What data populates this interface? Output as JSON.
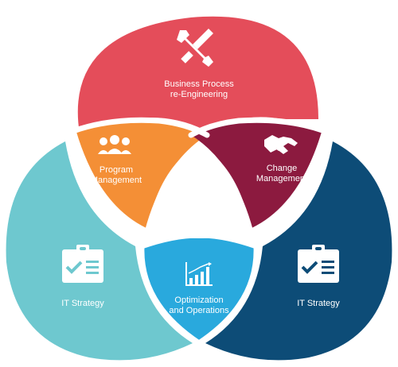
{
  "segments": {
    "top": {
      "line1": "Business Process",
      "line2": "re-Engineering",
      "color": "#e44d5a",
      "icon": "tools-icon"
    },
    "upper_left": {
      "line1": "Program",
      "line2": "Management",
      "color": "#f48f36",
      "icon": "team-icon"
    },
    "upper_right": {
      "line1": "Change",
      "line2": "Management",
      "color": "#8c1a3f",
      "icon": "handshake-icon"
    },
    "left": {
      "label": "IT Strategy",
      "color": "#6ec8cf",
      "icon": "clipboard-check-icon"
    },
    "right": {
      "label": "IT Strategy",
      "color": "#0d4c77",
      "icon": "clipboard-check-icon"
    },
    "bottom": {
      "line1": "Optimization",
      "line2": "and Operations",
      "color": "#29a9dd",
      "icon": "bar-chart-icon"
    }
  }
}
